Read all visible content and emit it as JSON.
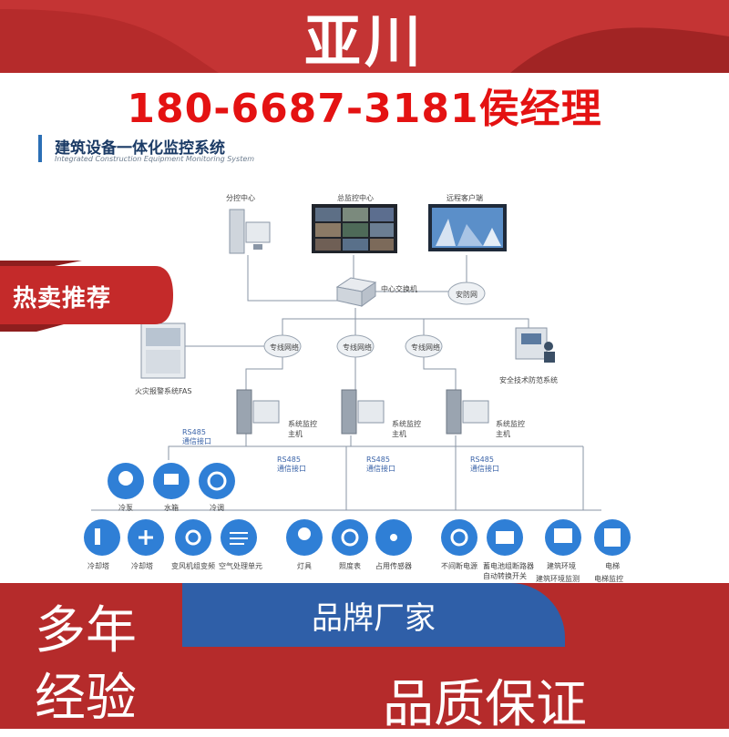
{
  "brand": "亚川",
  "contact": "180-6687-3181侯经理",
  "diagram": {
    "title": "建筑设备一体化监控系统",
    "subtitle": "Integrated Construction Equipment Monitoring System",
    "nodes": {
      "branch_center": "分控中心",
      "main_center": "总监控中心",
      "remote_client": "远程客户端",
      "core_switch": "中心交换机",
      "security_net": "安防网",
      "fas": "火灾报警系统FAS",
      "security_sys": "安全技术防范系统",
      "private_net_1": "专线网络",
      "private_net_2": "专线网络",
      "private_net_3": "专线网络",
      "host_1": "系统监控\n主机",
      "host_2": "系统监控\n主机",
      "host_3": "系统监控\n主机",
      "rs485_a": "RS485\n通信接口",
      "rs485_b": "RS485\n通信接口",
      "rs485_c": "RS485\n通信接口",
      "rs485_d": "RS485\n通信接口"
    },
    "devices_row1": [
      "冷泵",
      "水箱",
      "冷调"
    ],
    "devices_row2": [
      "冷却塔",
      "冷却塔",
      "变风机组变频",
      "空气处理单元",
      "灯具",
      "照度表",
      "占用传感器",
      "不间断电源",
      "蓄电池组断路器自动转换开关",
      "建筑环境",
      "电梯"
    ],
    "devices_row2_extra": [
      "建筑环境监测",
      "电梯监控"
    ]
  },
  "badge": "热卖推荐",
  "bottom": {
    "years": "多年",
    "experience": "经验",
    "maker": "品牌厂家",
    "quality": "品质保证"
  },
  "colors": {
    "banner_red": "#b52b2b",
    "phone_red": "#e41212",
    "band_blue": "#2f5fa8",
    "icon_blue": "#2f7fd6"
  }
}
